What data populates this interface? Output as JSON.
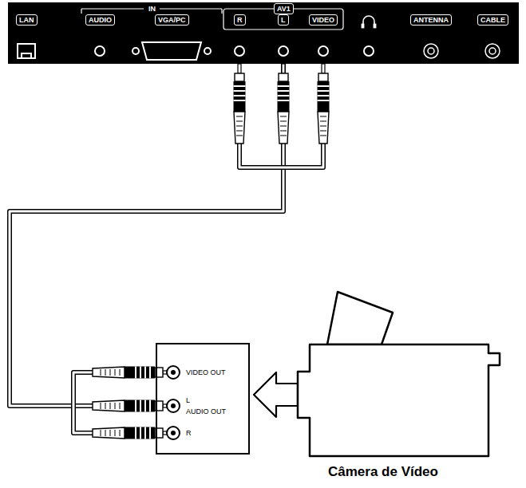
{
  "diagram": {
    "caption": "Câmera de Vídeo",
    "nodes": [
      {
        "text": [
          "IN",
          "LAN",
          "AUDIO",
          "VGA/PC",
          "AV1",
          "R",
          "L",
          "VIDEO",
          "ANTENNA",
          "CABLE"
        ]
      },
      {
        "text": [
          "VIDEO OUT",
          "L",
          "AUDIO OUT",
          "R"
        ]
      }
    ],
    "edges": [
      {
        "from": 1,
        "to": 0,
        "arrow": "none"
      }
    ]
  }
}
